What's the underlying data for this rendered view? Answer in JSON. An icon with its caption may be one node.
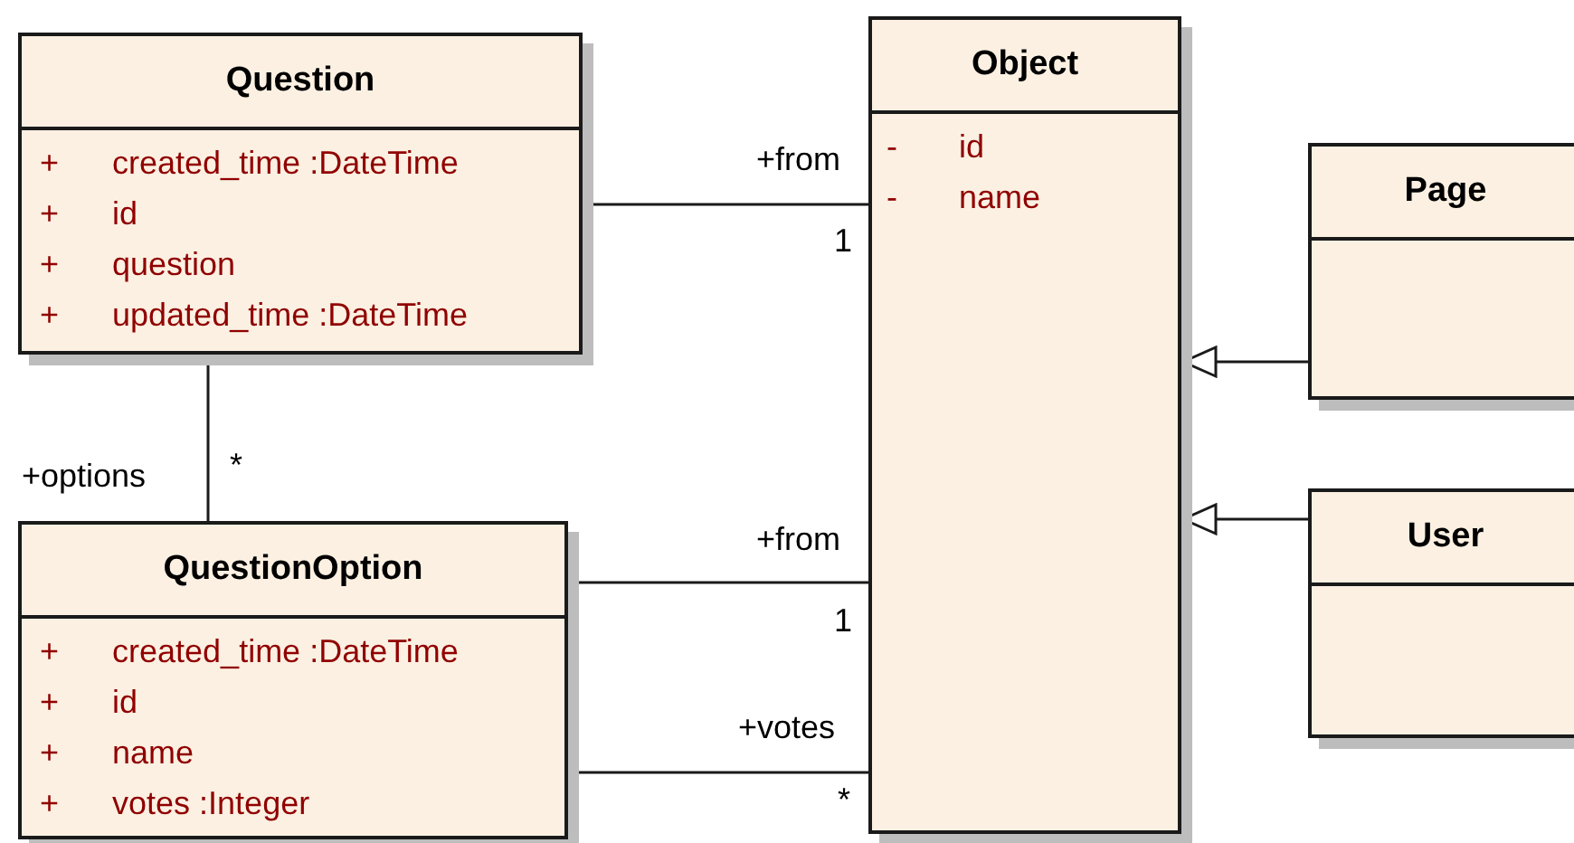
{
  "diagram": {
    "nodes": [
      {
        "text": [
          "Question",
          "+ created_time :DateTime",
          "+ id",
          "+ question",
          "+ updated_time :DateTime"
        ]
      },
      {
        "text": [
          "Object",
          "- id",
          "- name"
        ]
      },
      {
        "text": [
          "Page"
        ]
      },
      {
        "text": [
          "User"
        ]
      },
      {
        "text": [
          "QuestionOption",
          "+ created_time :DateTime",
          "+ id",
          "+ name",
          "+ votes :Integer"
        ]
      }
    ],
    "edges": [
      {
        "from": 0,
        "to": 1,
        "arrow": "none",
        "label": "+from"
      },
      {
        "from": 0,
        "to": 4,
        "arrow": "none",
        "label": "+options"
      },
      {
        "from": 4,
        "to": 1,
        "arrow": "none",
        "label": "+from"
      },
      {
        "from": 4,
        "to": 1,
        "arrow": "none",
        "label": "+votes"
      },
      {
        "from": 2,
        "to": 1,
        "arrow": "to"
      },
      {
        "from": 3,
        "to": 1,
        "arrow": "to"
      }
    ],
    "labels": [
      "1",
      "*",
      "1",
      "*"
    ]
  }
}
